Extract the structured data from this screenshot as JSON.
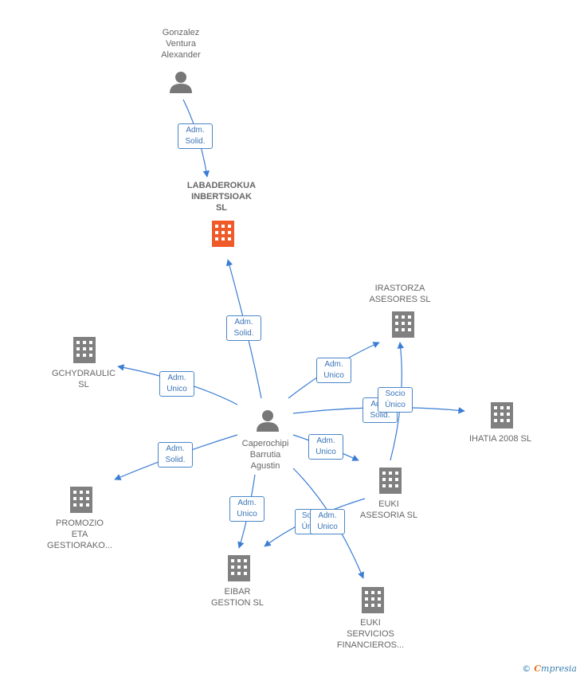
{
  "colors": {
    "edge": "#3a7dd4",
    "person": "#777777",
    "company": "#808080",
    "focus": "#f05a28"
  },
  "nodes": {
    "gonzalez": {
      "label": "Gonzalez\nVentura\nAlexander",
      "kind": "person"
    },
    "labaderokua": {
      "label": "LABADEROKUA\nINBERTSIOAK\nSL",
      "kind": "focus"
    },
    "irastorza": {
      "label": "IRASTORZA\nASESORES  SL",
      "kind": "company"
    },
    "gchydraulic": {
      "label": "GCHYDRAULIC\nSL",
      "kind": "company"
    },
    "caperochipi": {
      "label": "Caperochipi\nBarrutia\nAgustin",
      "kind": "person"
    },
    "ihatia": {
      "label": "IHATIA 2008  SL",
      "kind": "company"
    },
    "euki_asesoria": {
      "label": "EUKI\nASESORIA SL",
      "kind": "company"
    },
    "promozio": {
      "label": "PROMOZIO\nETA\nGESTIORAKO...",
      "kind": "company"
    },
    "eibar": {
      "label": "EIBAR\nGESTION SL",
      "kind": "company"
    },
    "euki_servicios": {
      "label": "EUKI\nSERVICIOS\nFINANCIEROS...",
      "kind": "company"
    }
  },
  "edges": {
    "e1": "Adm.\nSolid.",
    "e2": "Adm.\nSolid.",
    "e3": "Adm.\nUnico",
    "e4": "Adm.\nUnico",
    "e5": "Adm.\nSolid.",
    "e6": "Socio\nÚnico",
    "e7": "Adm.\nUnico",
    "e8": "Adm.\nSolid.",
    "e9": "Adm.\nUnico",
    "e10": "So\nÚn",
    "e11": "Adm.\nUnico"
  },
  "brand": {
    "copyright": "©",
    "initial": "C",
    "name": "mpresia"
  }
}
